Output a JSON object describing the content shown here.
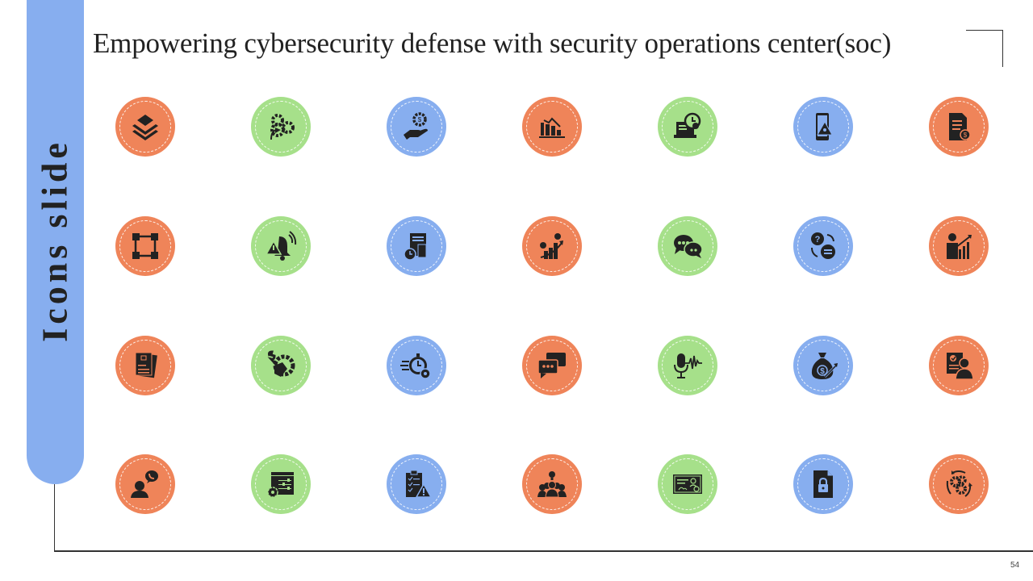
{
  "slide": {
    "title": "Empowering cybersecurity defense with security operations center(soc)",
    "side_title": "Icons slide",
    "page_number": "54"
  },
  "colors": {
    "orange": "#ef8459",
    "green": "#a6e08a",
    "blue": "#87aeef",
    "icon_fill": "#222222"
  },
  "icon_grid": {
    "rows": 4,
    "columns": 7,
    "icons": [
      {
        "name": "layers-icon",
        "color": "orange"
      },
      {
        "name": "gears-process-icon",
        "color": "green"
      },
      {
        "name": "hand-money-gear-icon",
        "color": "blue"
      },
      {
        "name": "declining-chart-icon",
        "color": "orange"
      },
      {
        "name": "laptop-clock-check-icon",
        "color": "green"
      },
      {
        "name": "mobile-threat-icon",
        "color": "blue"
      },
      {
        "name": "document-dollar-icon",
        "color": "orange"
      },
      {
        "name": "network-nodes-icon",
        "color": "orange"
      },
      {
        "name": "alarm-bell-warning-icon",
        "color": "green"
      },
      {
        "name": "documents-clock-icon",
        "color": "blue"
      },
      {
        "name": "growth-people-chart-icon",
        "color": "orange"
      },
      {
        "name": "chat-bubbles-icon",
        "color": "green"
      },
      {
        "name": "question-answer-icon",
        "color": "blue"
      },
      {
        "name": "businessman-growth-icon",
        "color": "orange"
      },
      {
        "name": "files-icon",
        "color": "orange"
      },
      {
        "name": "hand-wrench-gear-icon",
        "color": "green"
      },
      {
        "name": "fast-stopwatch-gear-icon",
        "color": "blue"
      },
      {
        "name": "message-bubbles-icon",
        "color": "orange"
      },
      {
        "name": "microphone-waveform-icon",
        "color": "green"
      },
      {
        "name": "money-bag-growth-icon",
        "color": "blue"
      },
      {
        "name": "approved-profile-icon",
        "color": "orange"
      },
      {
        "name": "person-call-icon",
        "color": "orange"
      },
      {
        "name": "settings-panel-icon",
        "color": "green"
      },
      {
        "name": "clipboard-warning-icon",
        "color": "blue"
      },
      {
        "name": "team-idea-icon",
        "color": "orange"
      },
      {
        "name": "certificate-icon",
        "color": "green"
      },
      {
        "name": "locked-file-icon",
        "color": "blue"
      },
      {
        "name": "gears-cycle-icon",
        "color": "orange"
      }
    ]
  }
}
